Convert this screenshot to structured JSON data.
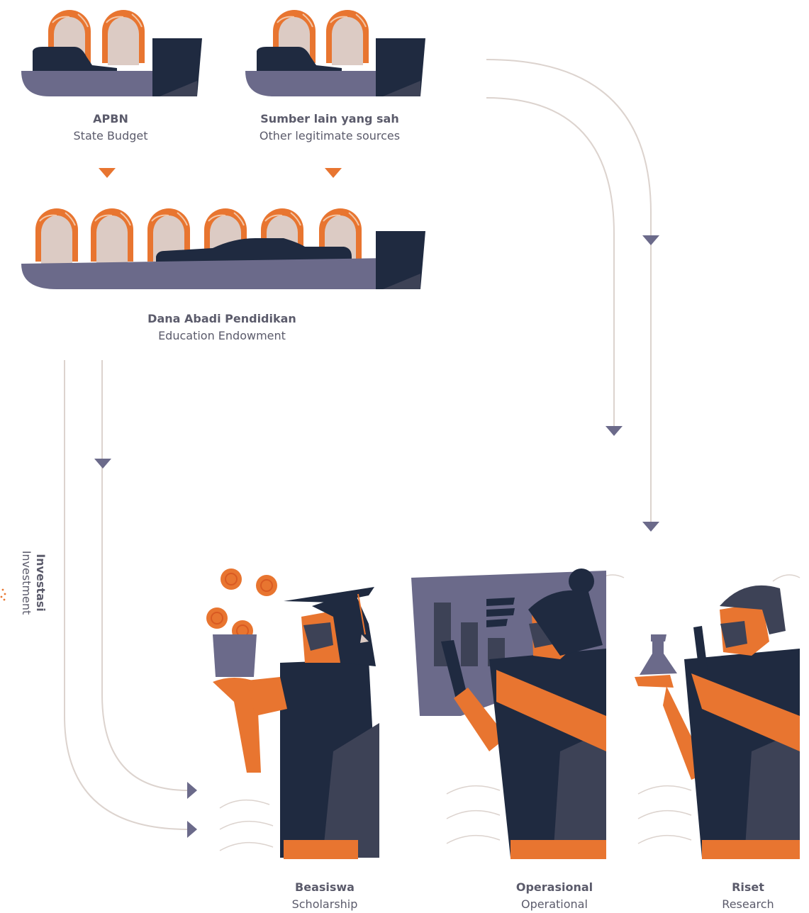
{
  "colors": {
    "navy": "#1f2a40",
    "slate": "#6b6a8a",
    "orange": "#e87530",
    "orange_dark": "#d95a22",
    "skin": "#dccbc4",
    "line": "#dcd3ce",
    "text": "#5b5b6b"
  },
  "sources": [
    {
      "title": "APBN",
      "subtitle": "State Budget"
    },
    {
      "title": "Sumber lain yang sah",
      "subtitle": "Other legitimate sources"
    }
  ],
  "endowment": {
    "title": "Dana Abadi Pendidikan",
    "subtitle": "Education Endowment"
  },
  "investment": {
    "title": "Investasi",
    "subtitle": "Investment"
  },
  "outputs": [
    {
      "title": "Beasiswa",
      "subtitle": "Scholarship"
    },
    {
      "title": "Operasional",
      "subtitle": "Operational"
    },
    {
      "title": "Riset",
      "subtitle": "Research"
    }
  ],
  "icons": [
    "money-pile-icon",
    "graduate-icon",
    "teacher-icon",
    "scientist-icon",
    "flask-icon",
    "coin-icon",
    "arrow-icon"
  ]
}
